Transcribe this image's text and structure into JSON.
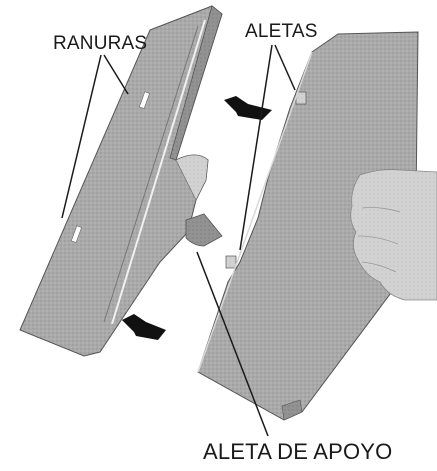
{
  "labels": {
    "slots": "RANURAS",
    "tabs": "ALETAS",
    "support_tab": "ALETA DE APOYO"
  },
  "colors": {
    "panel_gray": "#a8a8a8",
    "panel_shadow": "#8f8f8f",
    "panel_light": "#c4c4c4",
    "line": "#1a1a1a",
    "arrow": "#111111"
  },
  "icons": {
    "arrow": "arrow-left-icon",
    "hand": "hand-icon"
  }
}
